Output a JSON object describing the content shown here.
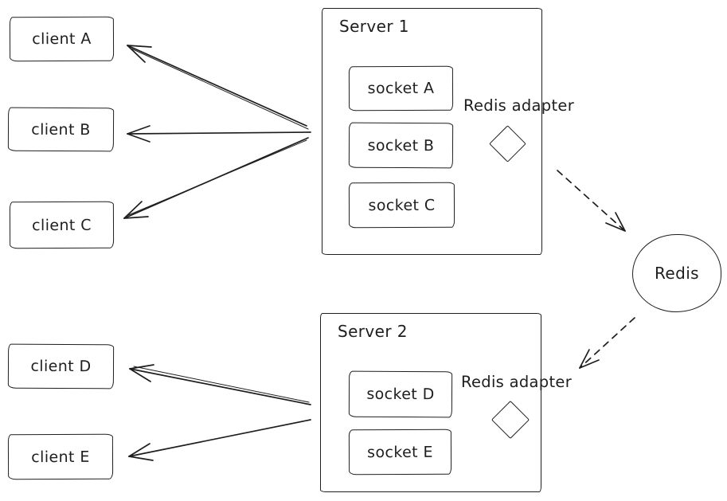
{
  "colors": {
    "stroke": "#1e1e1e",
    "background": "#ffffff"
  },
  "clients": [
    {
      "label": "client A"
    },
    {
      "label": "client B"
    },
    {
      "label": "client C"
    },
    {
      "label": "client D"
    },
    {
      "label": "client E"
    }
  ],
  "servers": [
    {
      "title": "Server 1",
      "adapter_label": "Redis adapter",
      "sockets": [
        {
          "label": "socket A"
        },
        {
          "label": "socket B"
        },
        {
          "label": "socket C"
        }
      ]
    },
    {
      "title": "Server 2",
      "adapter_label": "Redis adapter",
      "sockets": [
        {
          "label": "socket D"
        },
        {
          "label": "socket E"
        }
      ]
    }
  ],
  "redis": {
    "label": "Redis"
  }
}
